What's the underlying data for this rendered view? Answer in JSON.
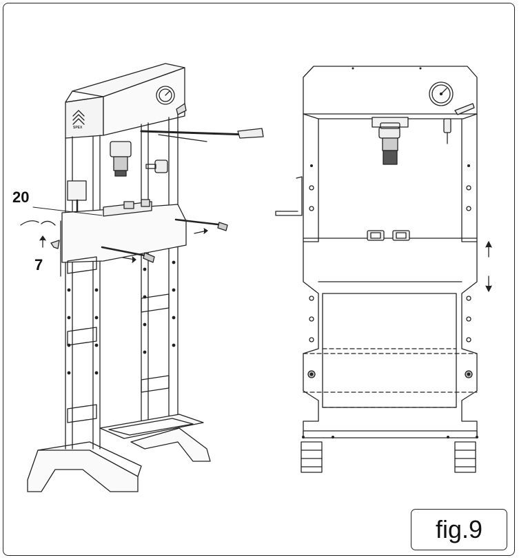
{
  "callouts": {
    "part_20": "20",
    "part_7": "7"
  },
  "brand_text": "SPEX",
  "figure_label": "fig.9",
  "colors": {
    "line": "#222222",
    "fill_light": "#f2f2f2",
    "fill_dark": "#555555"
  }
}
